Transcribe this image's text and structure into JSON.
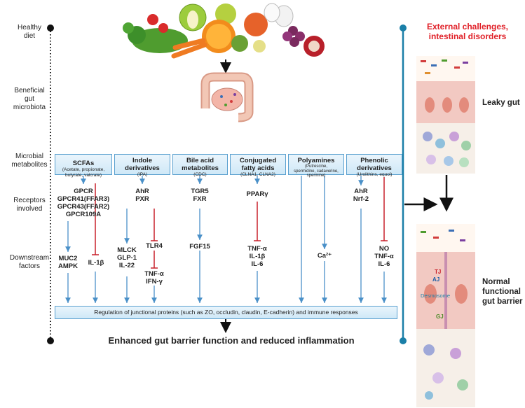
{
  "row_labels": {
    "healthy_diet": "Healthy\ndiet",
    "microbiota": "Beneficial\ngut\nmicrobiota",
    "metabolites": "Microbial\nmetabolites",
    "receptors": "Receptors\ninvolved",
    "downstream": "Downstream\nfactors"
  },
  "metabolites": [
    {
      "title": "SCFAs",
      "sub": "(Acetate, propionate,\nbutyrate, valcrate)"
    },
    {
      "title": "Indole\nderivatives",
      "sub": "(IPA)"
    },
    {
      "title": "Bile acid\nmetabolites",
      "sub": "(CDC)"
    },
    {
      "title": "Conjugated\nfatty acids",
      "sub": "(CLNA1, CLNA2)"
    },
    {
      "title": "Polyamines",
      "sub": "(Putrescine,\nspermidine, cadaverine,\nspermine)"
    },
    {
      "title": "Phenolic\nderivatives",
      "sub": "(Urolithins, equol)"
    }
  ],
  "receptors": {
    "scfa": "GPCR\nGPCR41(FFAR3)\nGPCR43(FFAR2)\nGPCR109A",
    "indole": "AhR\nPXR",
    "bile": "TGR5\nFXR",
    "fatty": "PPARγ",
    "phenolic": "AhR\nNrf-2"
  },
  "downstream": {
    "scfa_left": "MUC2\nAMPK",
    "scfa_right": "IL-1β",
    "indole_left": "MLCK\nGLP-1\nIL-22",
    "indole_tlr": "TLR4",
    "indole_right": "TNF-α\nIFN-γ",
    "bile": "FGF15",
    "fatty": "TNF-α\nIL-1β\nIL-6",
    "polyamine": "Ca²⁺",
    "phenolic": "NO\nTNF-α\nIL-6"
  },
  "regulation": "Regulation of junctional proteins (such as ZO, occludin, claudin, E-cadherin) and immune responses",
  "outcome": "Enhanced gut barrier function and reduced inflammation",
  "external": "External challenges,\nintestinal disorders",
  "leaky_gut": "Leaky gut",
  "normal_barrier": "Normal\nfunctional\ngut barrier",
  "barrier_labels": {
    "tj": "TJ",
    "aj": "AJ",
    "desmosome": "Desmosome",
    "gj": "GJ"
  },
  "colors": {
    "arrow_blue": "#4a90c8",
    "inhibit_red": "#c8202a",
    "teal": "#1a7fa8",
    "external_red": "#e02028"
  }
}
